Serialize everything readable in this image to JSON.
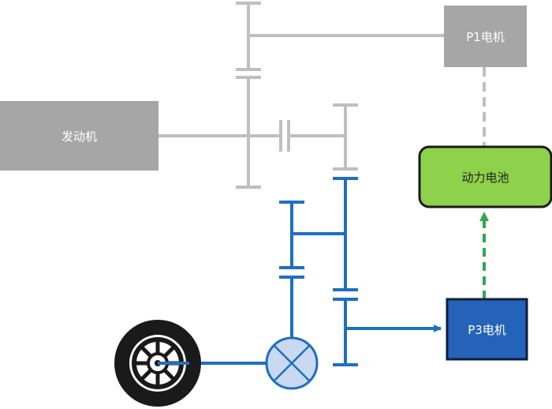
{
  "labels": {
    "engine": "发动机",
    "p1_motor": "P1电机",
    "battery": "动力电池",
    "p3_motor": "P3电机"
  },
  "colors": {
    "gray": "#BFBFBF",
    "box_gray": "#A6A6A6",
    "blue": "#1F6FBF",
    "battery_fill": "#8ED14B",
    "p3_fill": "#2563B8",
    "green_arrow": "#2FA84F",
    "differential_fill": "#C9D9F2"
  }
}
